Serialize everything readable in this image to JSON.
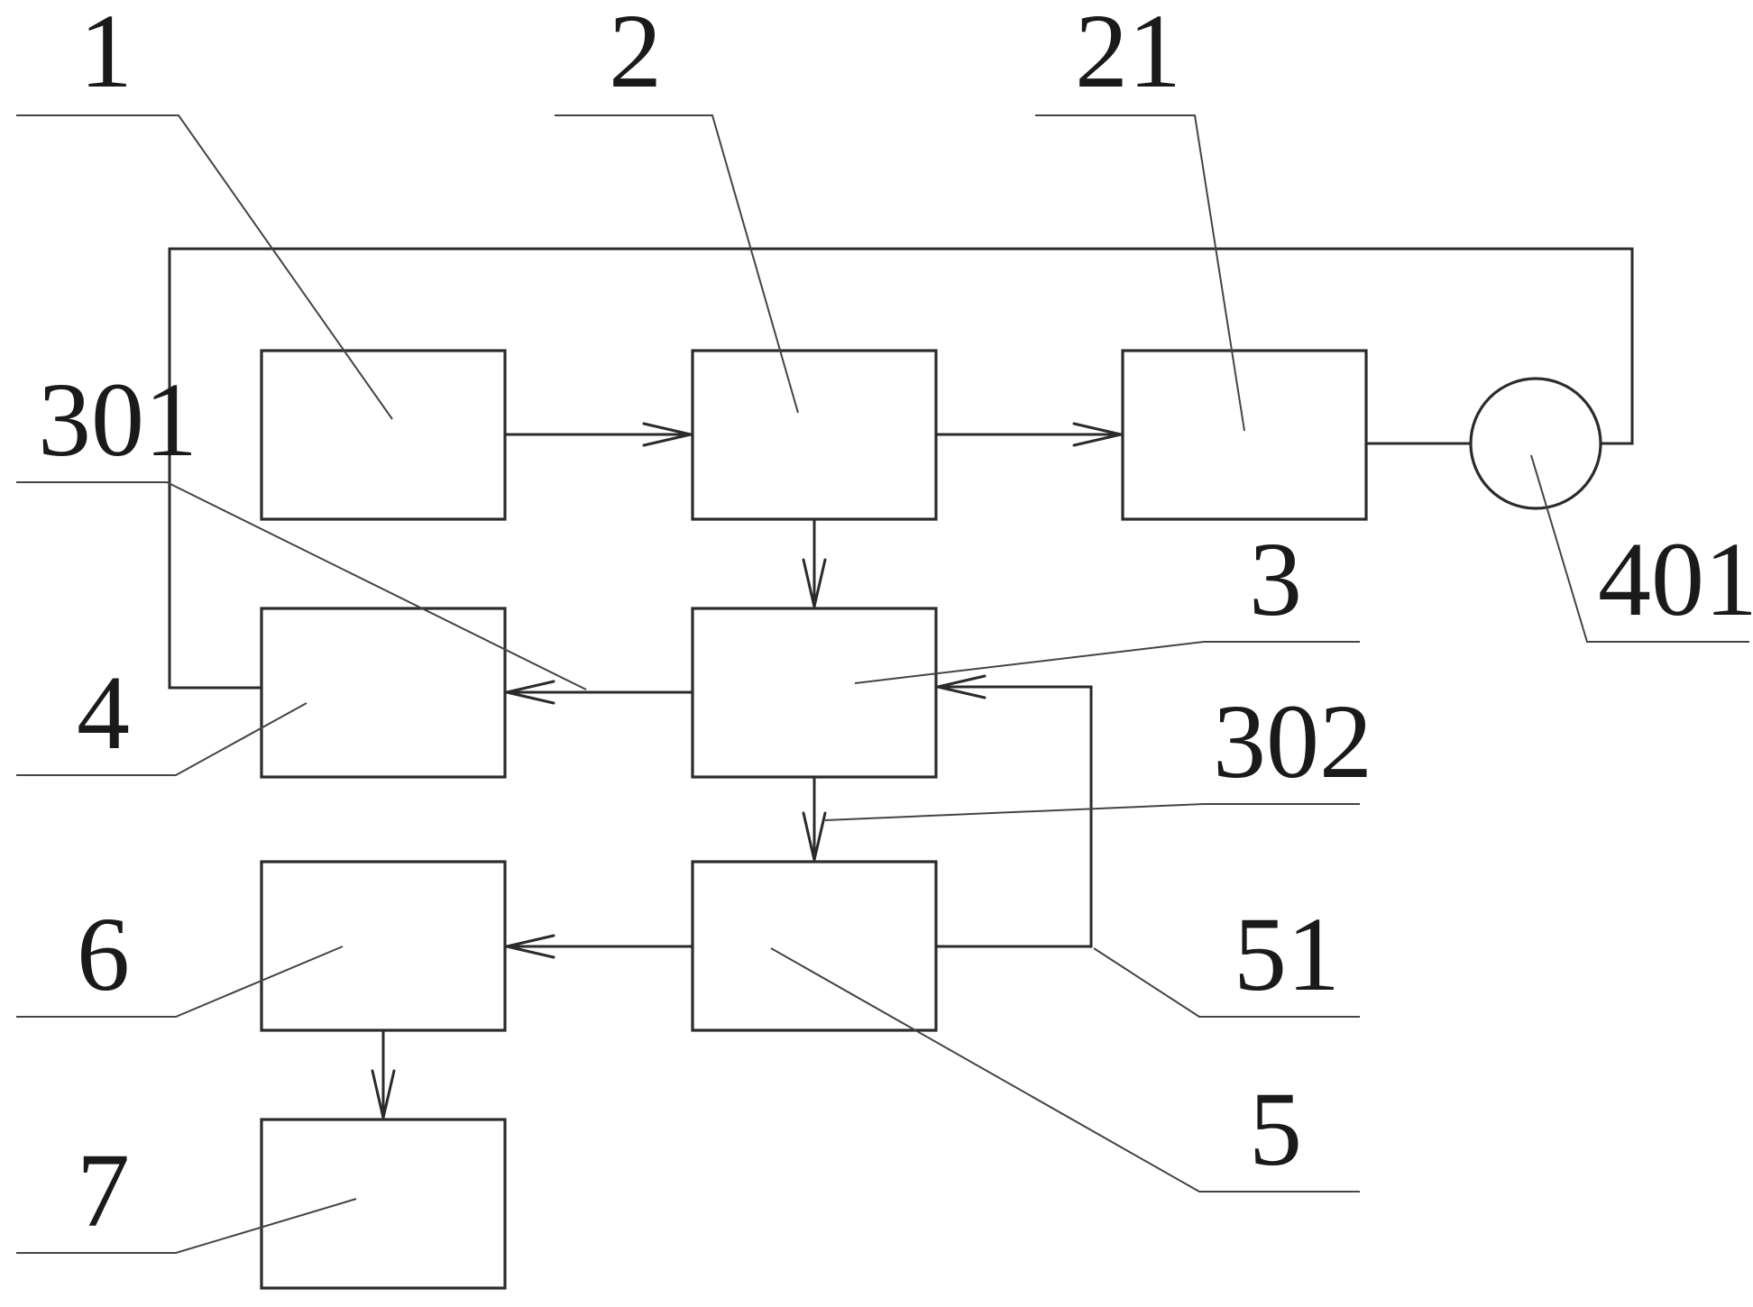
{
  "figure": {
    "reference_labels": {
      "block_1": "1",
      "block_2": "2",
      "ref_21": "21",
      "ref_301": "301",
      "block_3": "3",
      "ref_401": "401",
      "block_4": "4",
      "ref_302": "302",
      "block_6": "6",
      "ref_51": "51",
      "block_5": "5",
      "block_7": "7"
    }
  }
}
